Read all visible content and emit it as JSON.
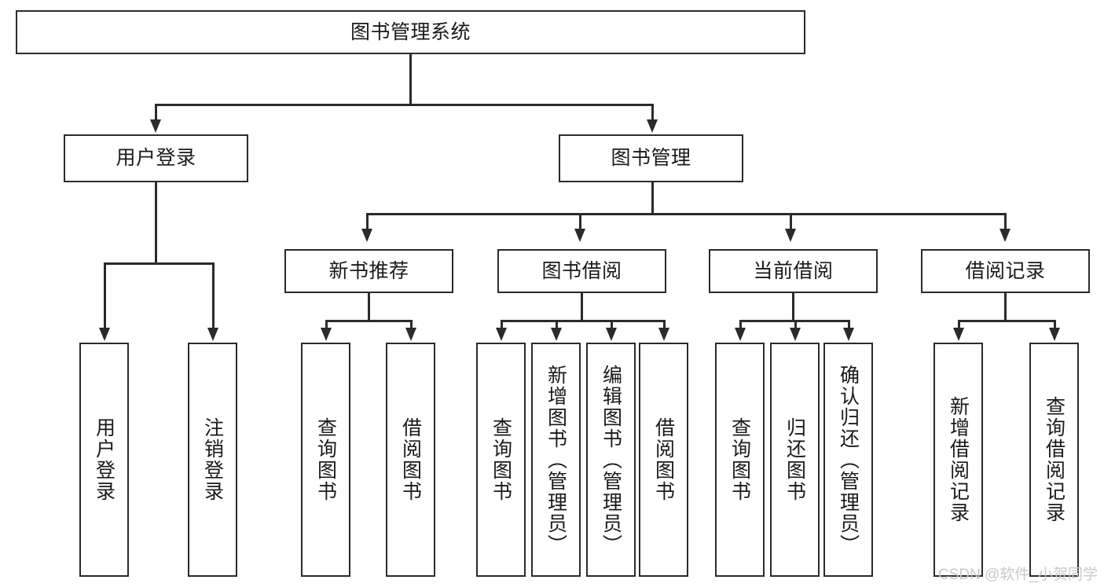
{
  "diagram": {
    "type": "tree-hierarchy-chart",
    "title": "图书管理系统",
    "watermark": "CSDN @软件_小贺同学",
    "colors": {
      "stroke": "#2b2b2b",
      "fill": "#ffffff",
      "text": "#1a1a1a",
      "watermark": "#c9c9c9"
    },
    "root": {
      "label": "图书管理系统"
    },
    "level2": [
      {
        "id": "user-login",
        "label": "用户登录"
      },
      {
        "id": "book-manage",
        "label": "图书管理"
      }
    ],
    "level3": [
      {
        "id": "new-book-rec",
        "label": "新书推荐",
        "parent": "book-manage"
      },
      {
        "id": "book-borrow",
        "label": "图书借阅",
        "parent": "book-manage"
      },
      {
        "id": "current-borrow",
        "label": "当前借阅",
        "parent": "book-manage"
      },
      {
        "id": "borrow-record",
        "label": "借阅记录",
        "parent": "book-manage"
      }
    ],
    "leaves": {
      "user-login": [
        {
          "id": "leaf-user-login",
          "label": "用户登录"
        },
        {
          "id": "leaf-user-logout",
          "label": "注销登录"
        }
      ],
      "new-book-rec": [
        {
          "id": "leaf-query-book-1",
          "label": "查询图书"
        },
        {
          "id": "leaf-borrow-book-1",
          "label": "借阅图书"
        }
      ],
      "book-borrow": [
        {
          "id": "leaf-query-book-2",
          "label": "查询图书"
        },
        {
          "id": "leaf-add-book",
          "label": "新增图书（管理员）"
        },
        {
          "id": "leaf-edit-book",
          "label": "编辑图书（管理员）"
        },
        {
          "id": "leaf-borrow-book-2",
          "label": "借阅图书"
        }
      ],
      "current-borrow": [
        {
          "id": "leaf-query-book-3",
          "label": "查询图书"
        },
        {
          "id": "leaf-return-book",
          "label": "归还图书"
        },
        {
          "id": "leaf-confirm-return",
          "label": "确认归还（管理员）"
        }
      ],
      "borrow-record": [
        {
          "id": "leaf-add-record",
          "label": "新增借阅记录"
        },
        {
          "id": "leaf-query-record",
          "label": "查询借阅记录"
        }
      ]
    }
  }
}
